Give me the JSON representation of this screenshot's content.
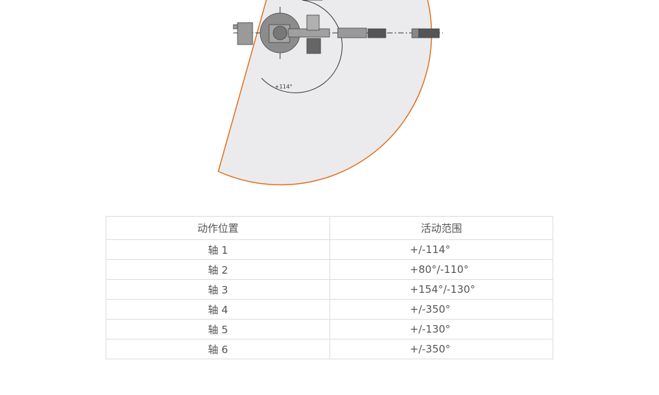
{
  "diagram": {
    "angle_label": "+114°",
    "zone_fill": "#ebebed",
    "zone_stroke": "#e0701e"
  },
  "table": {
    "headers": [
      "动作位置",
      "活动范围"
    ],
    "rows": [
      {
        "axis": "轴 1",
        "range": "+/-114°"
      },
      {
        "axis": "轴 2",
        "range": "+80°/-110°"
      },
      {
        "axis": "轴 3",
        "range": "+154°/-130°"
      },
      {
        "axis": "轴 4",
        "range": "+/-350°"
      },
      {
        "axis": "轴 5",
        "range": "+/-130°"
      },
      {
        "axis": "轴 6",
        "range": "+/-350°"
      }
    ]
  }
}
